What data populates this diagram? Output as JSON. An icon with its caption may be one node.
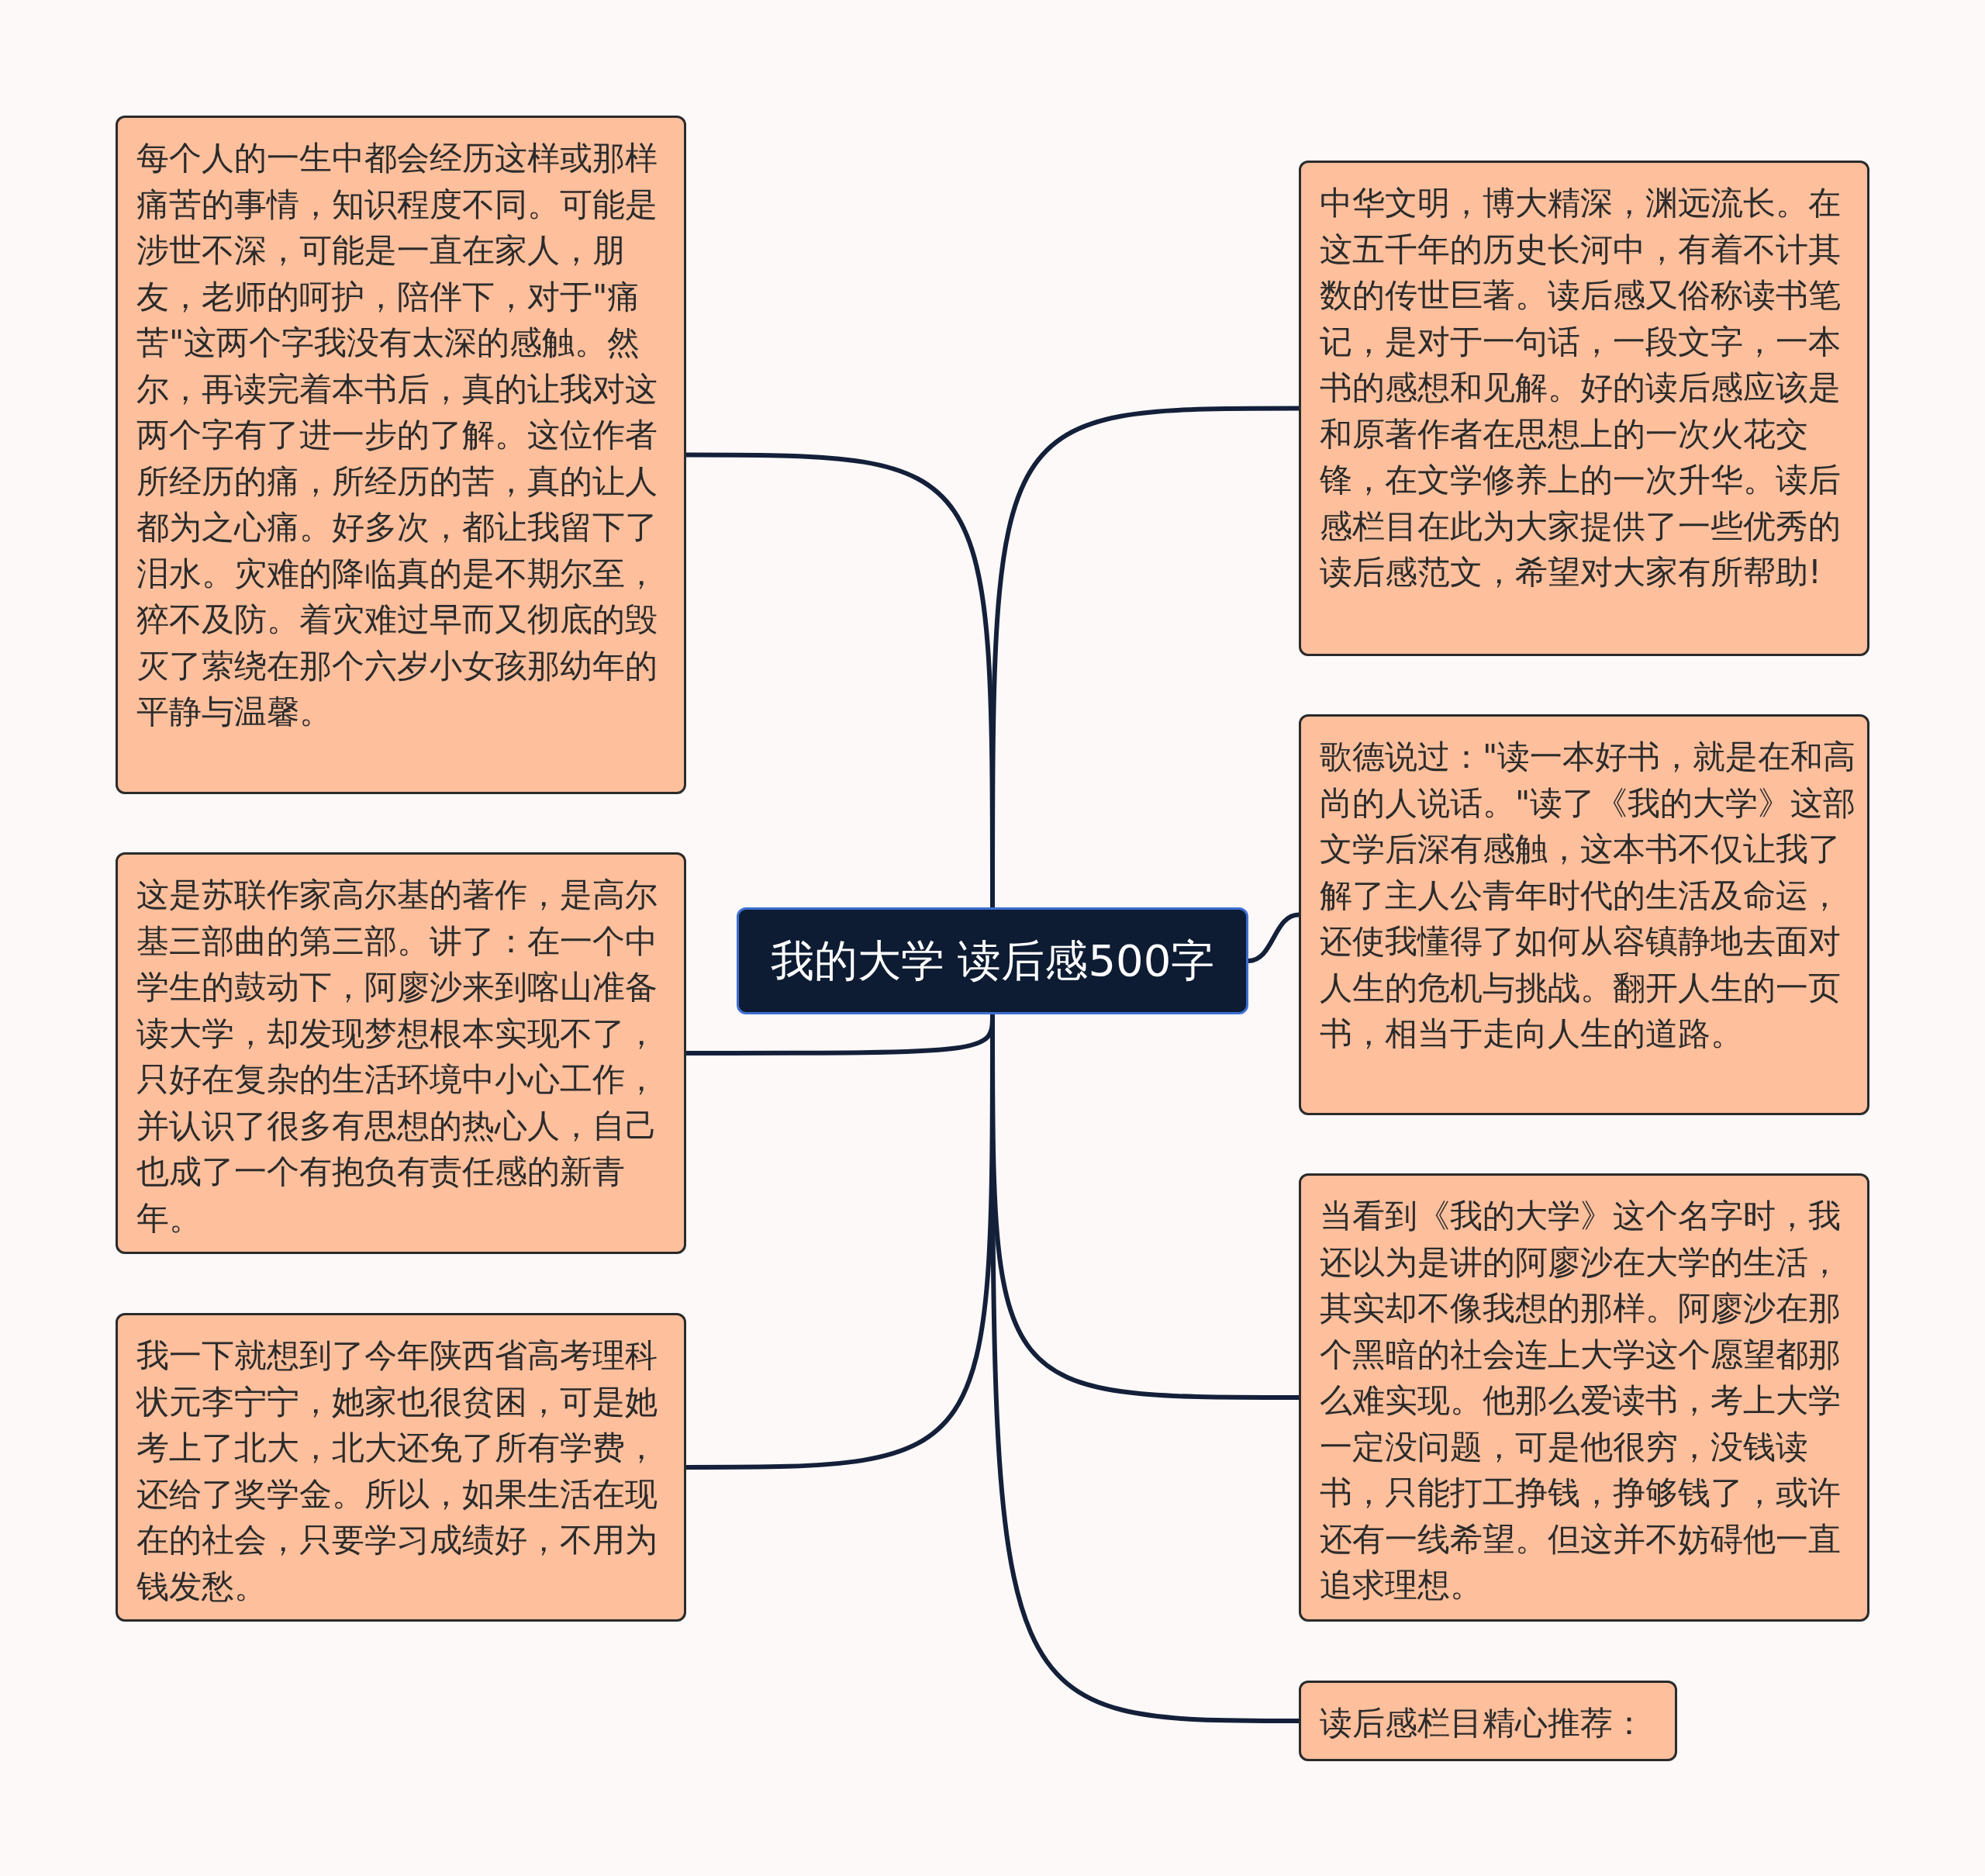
{
  "diagram": {
    "nodes": [
      {
        "text": [
          "我的大学 读后感500字"
        ]
      },
      {
        "text": [
          "每个人的一生中都会经历这样或那样痛苦的事情，知识程度不同。可能是涉世不深，可能是一直在家人，朋友，老师的呵护，陪伴下，对于\"痛苦\"这两个字我没有太深的感触。然尔，再读完着本书后，真的让我对这两个字有了进一步的了解。这位作者所经历的痛，所经历的苦，真的让人都为之心痛。好多次，都让我留下了泪水。灾难的降临真的是不期尔至，猝不及防。着灾难过早而又彻底的毁灭了萦绕在那个六岁小女孩那幼年的平静与温馨。"
        ]
      },
      {
        "text": [
          "这是苏联作家高尔基的著作，是高尔基三部曲的第三部。讲了：在一个中学生的鼓动下，阿廖沙来到喀山准备读大学，却发现梦想根本实现不了，只好在复杂的生活环境中小心工作，并认识了很多有思想的热心人，自己也成了一个有抱负有责任感的新青年。"
        ]
      },
      {
        "text": [
          "我一下就想到了今年陕西省高考理科状元李宁宁，她家也很贫困，可是她考上了北大，北大还免了所有学费，还给了奖学金。所以，如果生活在现在的社会，只要学习成绩好，不用为钱发愁。"
        ]
      },
      {
        "text": [
          "中华文明，博大精深，渊远流长。在这五千年的历史长河中，有着不计其数的传世巨著。读后感又俗称读书笔记，是对于一句话，一段文字，一本书的感想和见解。好的读后感应该是和原著作者在思想上的一次火花交锋，在文学修养上的一次升华。读后感栏目在此为大家提供了一些优秀的读后感范文，希望对大家有所帮助!"
        ]
      },
      {
        "text": [
          "歌德说过：\"读一本好书，就是在和高尚的人说话。\"读了《我的大学》这部文学后深有感触，这本书不仅让我了解了主人公青年时代的生活及命运，还使我懂得了如何从容镇静地去面对人生的危机与挑战。翻开人生的一页书，相当于走向人生的道路。"
        ]
      },
      {
        "text": [
          "当看到《我的大学》这个名字时，我还以为是讲的阿廖沙在大学的生活，其实却不像我想的那样。阿廖沙在那个黑暗的社会连上大学这个愿望都那么难实现。他那么爱读书，考上大学一定没问题，可是他很穷，没钱读书，只能打工挣钱，挣够钱了，或许还有一线希望。但这并不妨碍他一直追求理想。"
        ]
      },
      {
        "text": [
          "读后感栏目精心推荐："
        ]
      }
    ],
    "edges": [
      {
        "from": 0,
        "to": 1,
        "arrow": "none"
      },
      {
        "from": 0,
        "to": 2,
        "arrow": "none"
      },
      {
        "from": 0,
        "to": 3,
        "arrow": "none"
      },
      {
        "from": 0,
        "to": 4,
        "arrow": "none"
      },
      {
        "from": 0,
        "to": 5,
        "arrow": "none"
      },
      {
        "from": 0,
        "to": 6,
        "arrow": "none"
      },
      {
        "from": 0,
        "to": 7,
        "arrow": "none"
      }
    ]
  }
}
